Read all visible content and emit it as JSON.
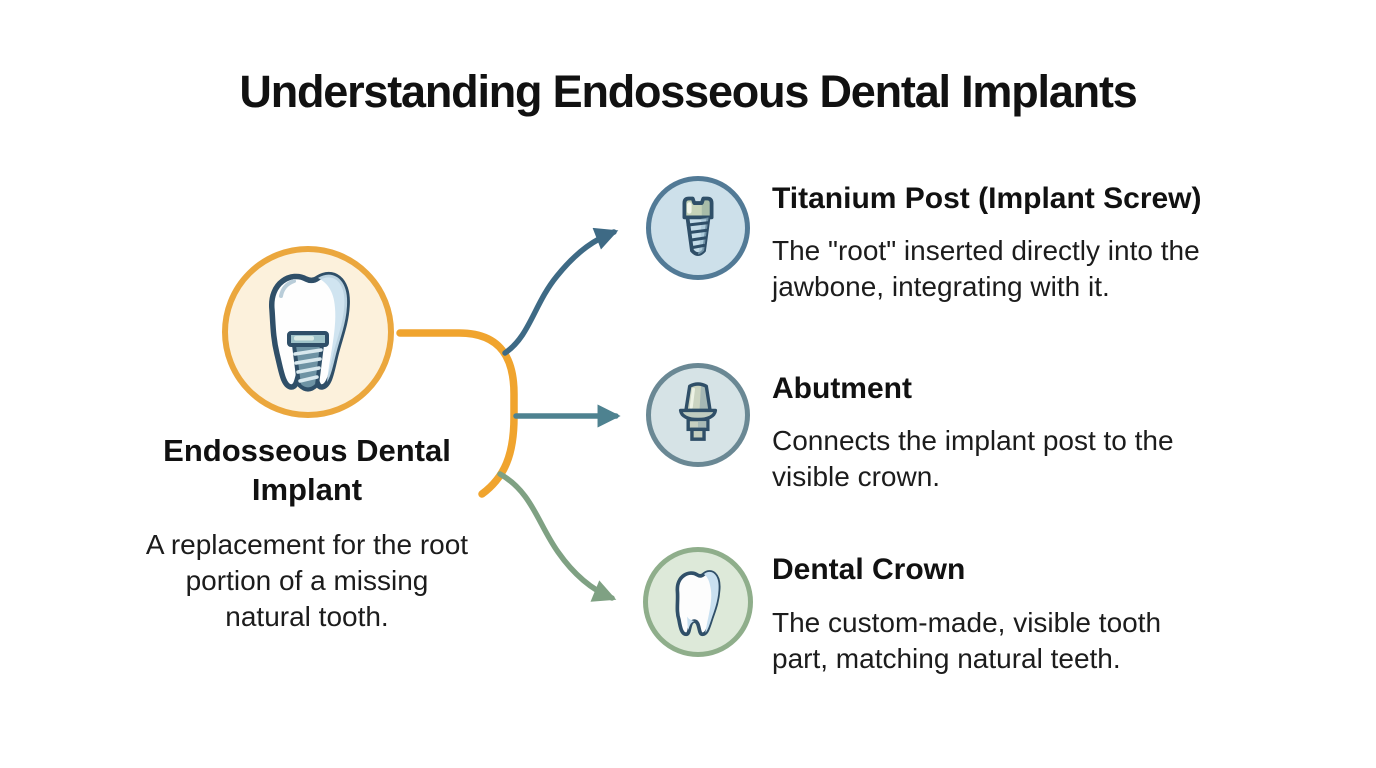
{
  "title": "Understanding Endosseous Dental Implants",
  "main_node": {
    "label": "Endosseous Dental\nImplant",
    "description": "A replacement for the root\nportion of a missing\nnatural tooth.",
    "icon": "tooth-with-implant-icon"
  },
  "branches": [
    {
      "title": "Titanium Post (Implant Screw)",
      "description": "The \"root\" inserted directly into the\njawbone, integrating with it.",
      "icon": "implant-screw-icon"
    },
    {
      "title": "Abutment",
      "description": "Connects the implant post to the\nvisible crown.",
      "icon": "abutment-icon"
    },
    {
      "title": "Dental Crown",
      "description": "The custom-made, visible tooth\npart, matching natural teeth.",
      "icon": "tooth-crown-icon"
    }
  ],
  "colors": {
    "background": "#FFFFFF",
    "text": "#111111",
    "accent_orange": "#F0A42E",
    "main_circle_fill": "#FCF1DC",
    "main_circle_border": "#EBA73D",
    "arrow_blue": "#3E6A85",
    "arrow_teal": "#4E8290",
    "arrow_green": "#7FA183",
    "screw_circle_fill": "#CDE0EA",
    "screw_circle_border": "#527A96",
    "abutment_circle_fill": "#D6E3E6",
    "abutment_circle_border": "#6A8894",
    "crown_circle_fill": "#DDE9D9",
    "crown_circle_border": "#8FAE8B",
    "icon_outline_navy": "#2F4F68",
    "icon_teal_fill": "#6E93A4",
    "icon_lightblue_fill": "#C4DCE8",
    "icon_sage_fill": "#C6D3B8"
  }
}
